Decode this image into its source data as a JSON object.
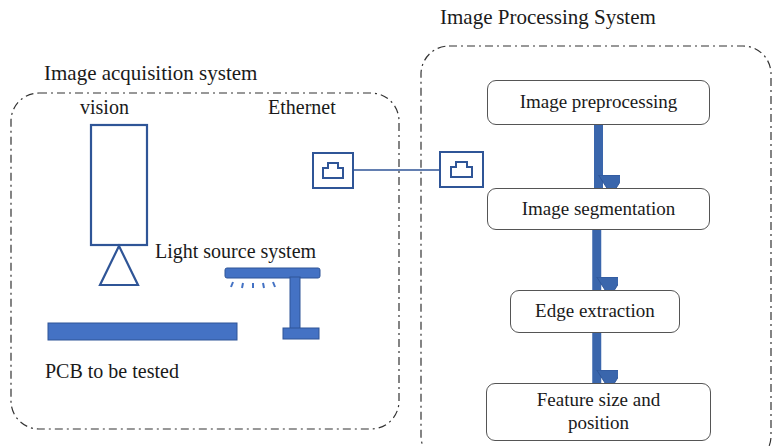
{
  "diagram": {
    "nodes": [
      {
        "text": [
          "Image acquisition system"
        ]
      },
      {
        "text": [
          "Image Processing System"
        ]
      },
      {
        "text": [
          "Image preprocessing"
        ],
        "in": 1
      },
      {
        "text": [
          "Image segmentation"
        ],
        "in": 1
      },
      {
        "text": [
          "Edge extraction"
        ],
        "in": 1
      },
      {
        "text": [
          "Feature size and position"
        ],
        "in": 1
      }
    ],
    "edges": [
      {
        "from": 2,
        "to": 3,
        "arrow": "to"
      },
      {
        "from": 3,
        "to": 4,
        "arrow": "to"
      },
      {
        "from": 4,
        "to": 5,
        "arrow": "to"
      }
    ],
    "labels": [
      "vision",
      "Ethernet",
      "Light source system",
      "PCB to be tested"
    ]
  }
}
